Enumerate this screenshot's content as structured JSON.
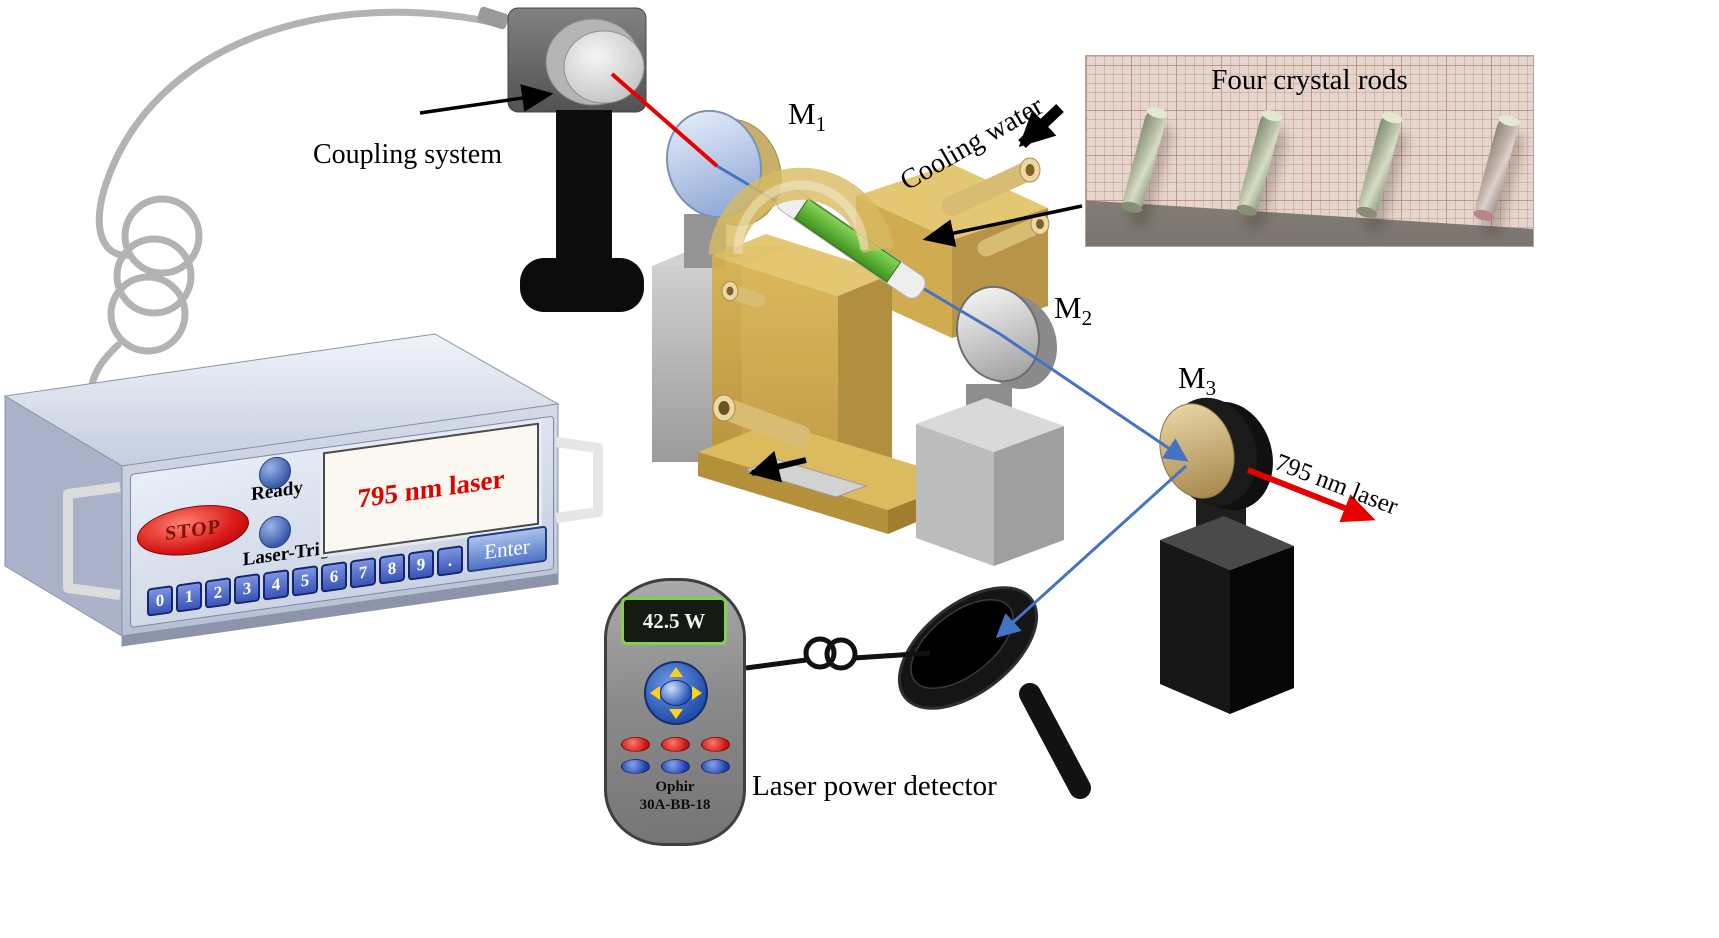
{
  "colors": {
    "beam_blue": "#4472c4",
    "beam_red": "#e60000",
    "crystal_green": "#4f9e28",
    "housing_amber": "#c8a040",
    "stop_red": "#da1a1a",
    "keypad_blue": "#3a55b8"
  },
  "labels": {
    "coupling_system": "Coupling system",
    "cooling_water": "Cooling water",
    "output_laser": "795 nm laser",
    "laser_power_detector": "Laser power detector",
    "m1": {
      "base": "M",
      "sub": "1"
    },
    "m2": {
      "base": "M",
      "sub": "2"
    },
    "m3": {
      "base": "M",
      "sub": "3"
    }
  },
  "inset": {
    "title": "Four crystal rods"
  },
  "controller": {
    "display": "795 nm laser",
    "ready_label": "Ready",
    "trig_label": "Laser-Trig",
    "stop_label": "STOP",
    "enter_label": "Enter",
    "keypad": [
      "0",
      "1",
      "2",
      "3",
      "4",
      "5",
      "6",
      "7",
      "8",
      "9",
      "."
    ]
  },
  "power_meter": {
    "reading": "42.5 W",
    "brand": "Ophir",
    "model": "30A-BB-18"
  }
}
